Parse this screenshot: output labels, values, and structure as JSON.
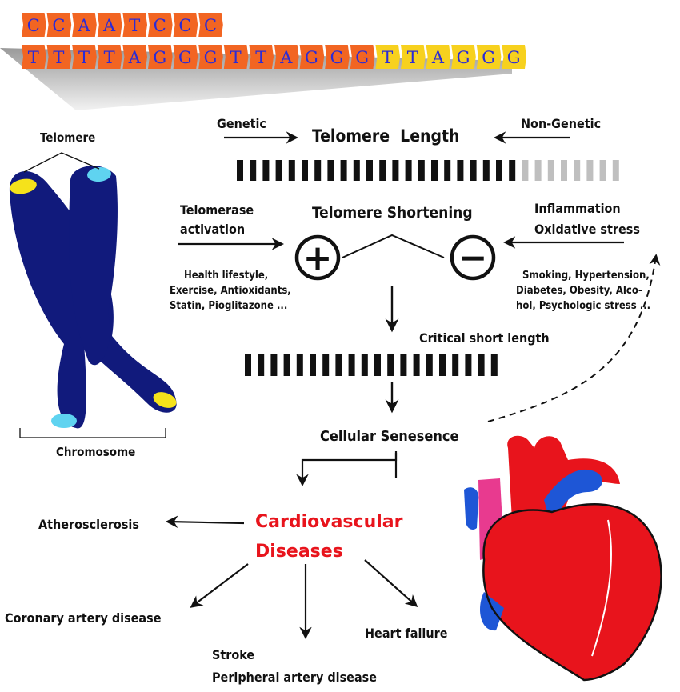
{
  "dna": {
    "top_strand": [
      "C",
      "C",
      "A",
      "A",
      "T",
      "C",
      "C",
      "C"
    ],
    "bottom_strand": [
      "T",
      "T",
      "T",
      "T",
      "A",
      "G",
      "G",
      "G",
      "T",
      "T",
      "A",
      "G",
      "G",
      "G",
      "T",
      "T",
      "A",
      "G",
      "G",
      "G"
    ],
    "letter_color": "#2b2bd6",
    "tile_color": "#f26522",
    "tile_fade_color": "#f7d11e"
  },
  "chromosome": {
    "telomere_label": "Telomere",
    "chromosome_label": "Chromosome",
    "body_color": "#111a7c",
    "telomere_colors": [
      "#f5e21b",
      "#5fd3f0"
    ]
  },
  "length": {
    "title": "Telomere  Length",
    "genetic": "Genetic",
    "non_genetic": "Non-Genetic"
  },
  "shortening": {
    "title": "Telomere Shortening",
    "activation": [
      "Telomerase",
      "activation"
    ],
    "activation_factors": [
      "Health lifestyle,",
      "Exercise, Antioxidants,",
      "Statin, Pioglitazone ..."
    ],
    "inflammation": [
      "Inflammation",
      "Oxidative stress"
    ],
    "risk_factors": [
      "Smoking, Hypertension,",
      "Diabetes, Obesity, Alco-",
      "hol, Psychologic stress ..."
    ],
    "plus_symbol": "+",
    "minus_symbol": "−"
  },
  "critical": "Critical short length",
  "senescence": "Cellular Senesence",
  "cvd": {
    "title": [
      "Cardiovascular",
      "Diseases"
    ],
    "title_color": "#e8141c",
    "outcomes": {
      "atherosclerosis": "Atherosclerosis",
      "coronary": "Coronary artery disease",
      "stroke": [
        "Stroke",
        "Peripheral artery disease"
      ],
      "heart_failure": "Heart failure"
    }
  },
  "heart_colors": {
    "muscle": "#e8141c",
    "vein": "#1e56d6",
    "artery_pink": "#e83a8f"
  }
}
